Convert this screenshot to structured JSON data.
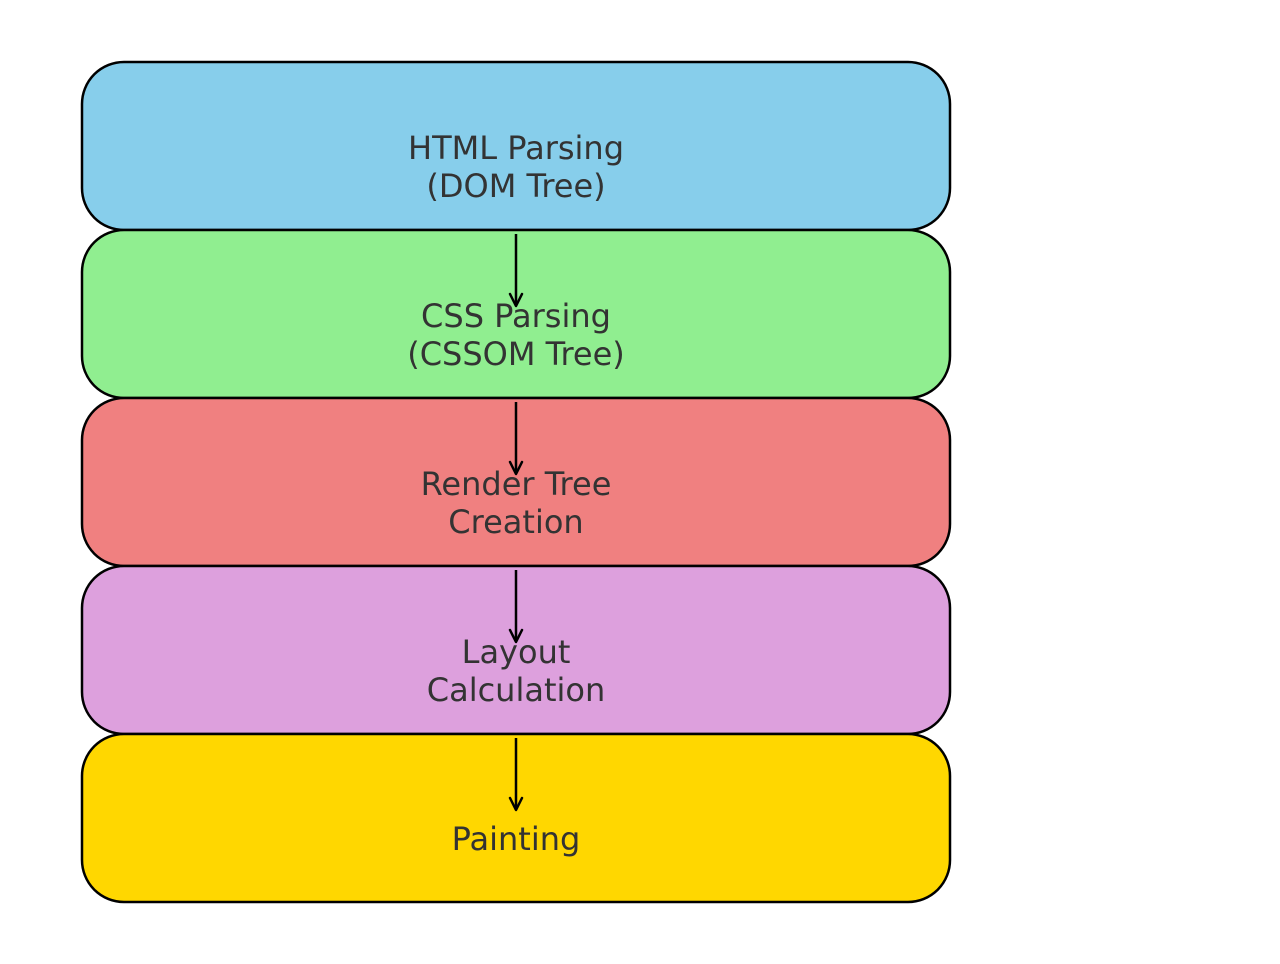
{
  "diagram": {
    "type": "vertical-flow",
    "stages": [
      {
        "lines": [
          "HTML Parsing",
          "(DOM Tree)"
        ],
        "color": "#87CEEB"
      },
      {
        "lines": [
          "CSS Parsing",
          "(CSSOM Tree)"
        ],
        "color": "#90EE90"
      },
      {
        "lines": [
          "Render Tree",
          "Creation"
        ],
        "color": "#F08080"
      },
      {
        "lines": [
          "Layout",
          "Calculation"
        ],
        "color": "#DDA0DD"
      },
      {
        "lines": [
          "Painting"
        ],
        "color": "#FFD700"
      }
    ],
    "connections": [
      {
        "from": 0,
        "to": 1
      },
      {
        "from": 1,
        "to": 2
      },
      {
        "from": 2,
        "to": 3
      },
      {
        "from": 3,
        "to": 4
      }
    ]
  }
}
